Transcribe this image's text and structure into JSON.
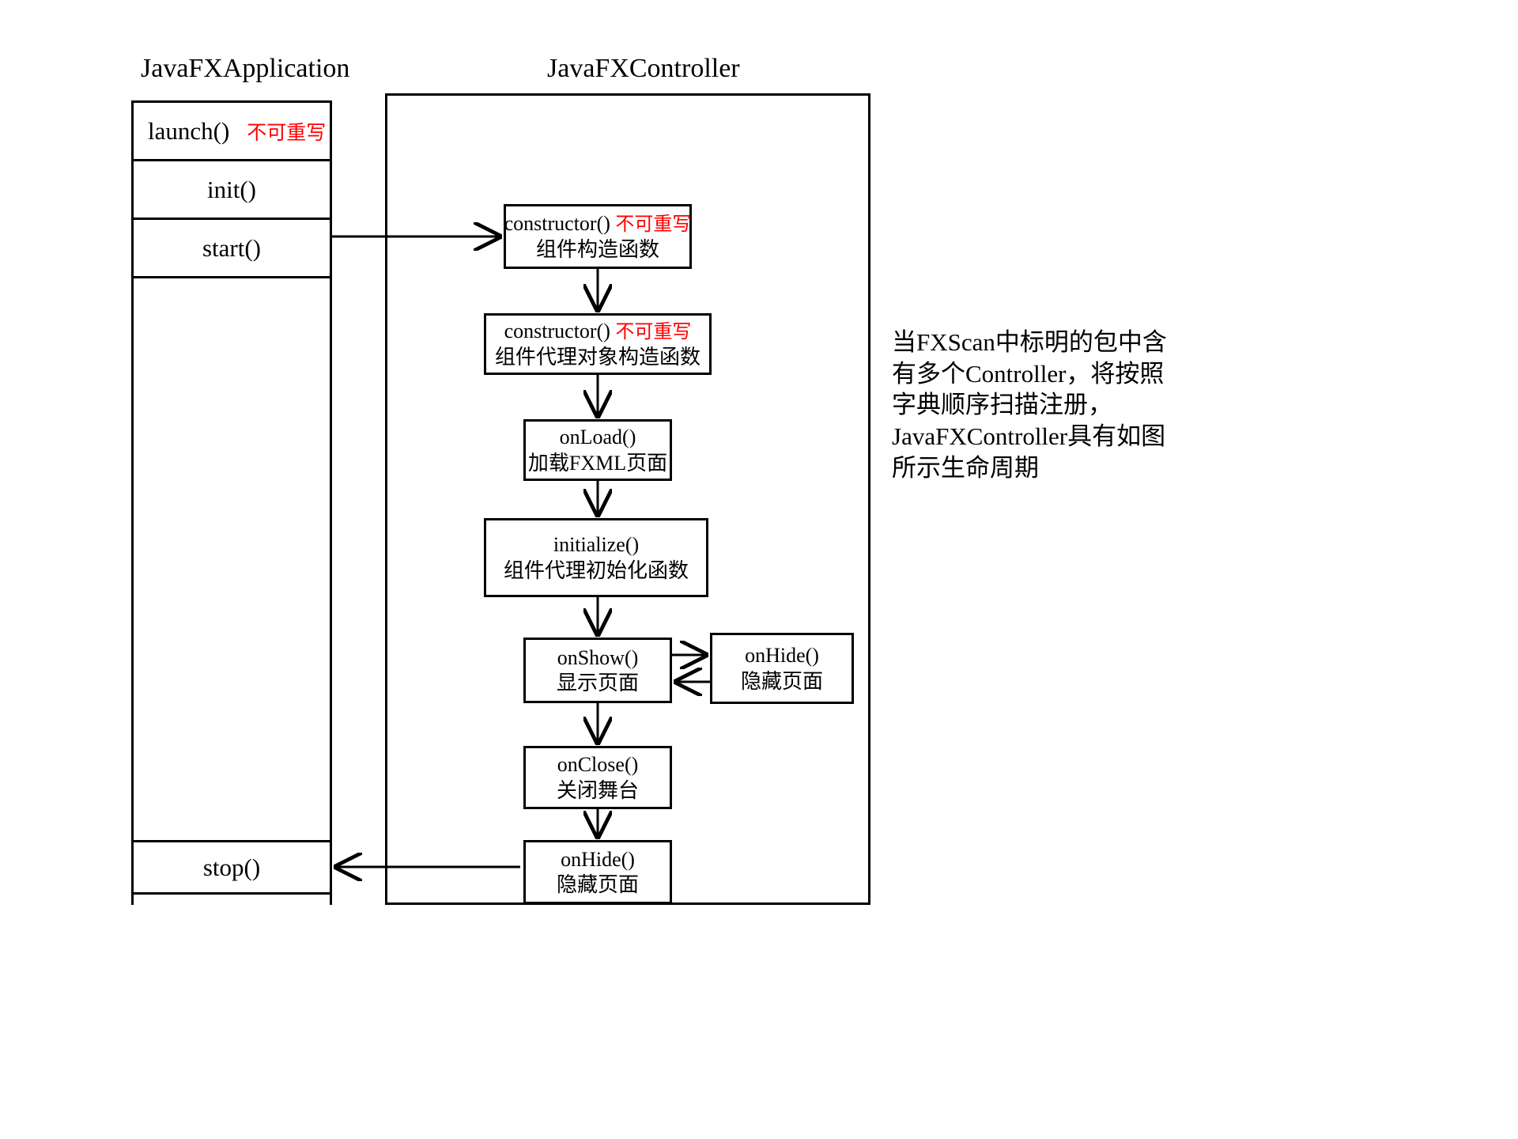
{
  "titles": {
    "application": "JavaFXApplication",
    "controller": "JavaFXController"
  },
  "application_column": {
    "launch": {
      "label": "launch()",
      "note": "不可重写"
    },
    "init": {
      "label": "init()"
    },
    "start": {
      "label": "start()"
    },
    "stop": {
      "label": "stop()"
    }
  },
  "controller_flow": {
    "constructor_component": {
      "name": "constructor()",
      "note": "不可重写",
      "desc": "组件构造函数"
    },
    "constructor_proxy": {
      "name": "constructor()",
      "note": "不可重写",
      "desc": "组件代理对象构造函数"
    },
    "on_load": {
      "name": "onLoad()",
      "desc": "加载FXML页面"
    },
    "initialize": {
      "name": "initialize()",
      "desc": "组件代理初始化函数"
    },
    "on_show": {
      "name": "onShow()",
      "desc": "显示页面"
    },
    "on_hide_right": {
      "name": "onHide()",
      "desc": "隐藏页面"
    },
    "on_close": {
      "name": "onClose()",
      "desc": "关闭舞台"
    },
    "on_hide_bottom": {
      "name": "onHide()",
      "desc": "隐藏页面"
    }
  },
  "annotation": {
    "text": "当FXScan中标明的包中含有多个Controller，将按照字典顺序扫描注册，JavaFXController具有如图所示生命周期"
  },
  "colors": {
    "stroke": "#000000",
    "background": "#ffffff",
    "note_red": "#ff0000"
  }
}
